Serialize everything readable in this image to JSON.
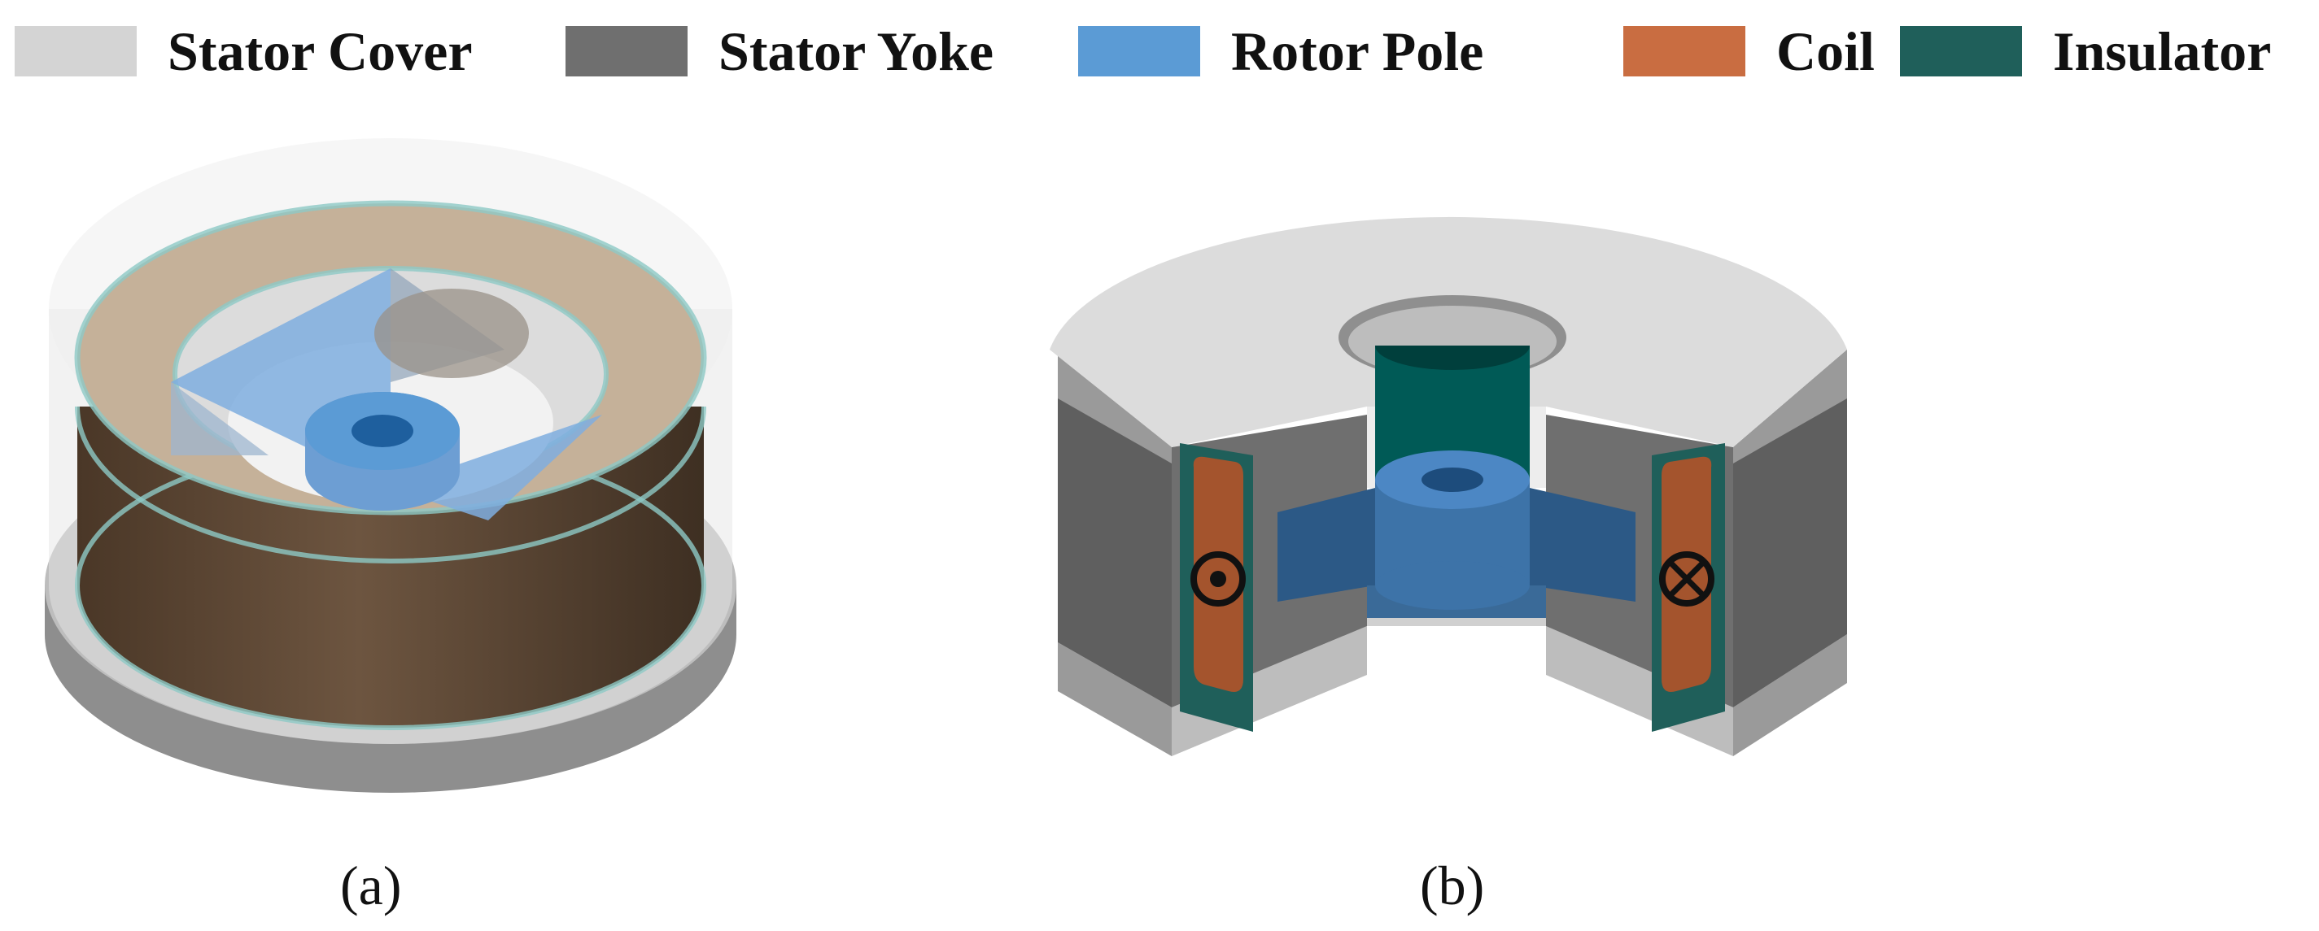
{
  "legend": {
    "items": [
      {
        "label": "Stator Cover",
        "color": "#d4d4d4"
      },
      {
        "label": "Stator Yoke",
        "color": "#6f6f6f"
      },
      {
        "label": "Rotor Pole",
        "color": "#5b9bd5"
      },
      {
        "label": "Coil",
        "color": "#c96d41"
      },
      {
        "label": "Insulator",
        "color": "#1f5f5a"
      }
    ]
  },
  "panels": {
    "a_label": "(a)",
    "b_label": "(b)"
  },
  "symbols": {
    "left_coil": "current-out-of-page-icon",
    "right_coil": "current-into-page-icon"
  }
}
